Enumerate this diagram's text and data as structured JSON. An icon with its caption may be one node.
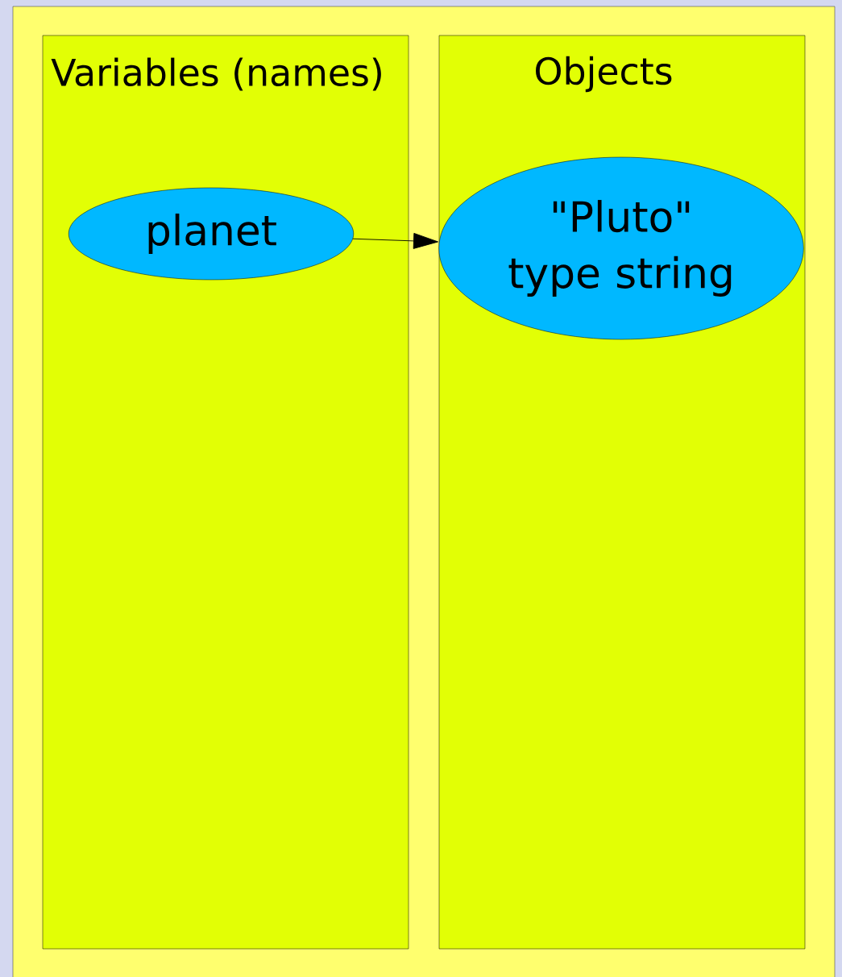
{
  "diagram": {
    "nodes": [
      {
        "text": [
          "Variables (names)"
        ]
      },
      {
        "text": [
          "Objects"
        ]
      },
      {
        "text": [
          "planet"
        ],
        "in": 0
      },
      {
        "text": [
          "\"Pluto\" type string"
        ],
        "in": 1
      }
    ],
    "edges": [
      {
        "from": 2,
        "to": 3,
        "arrow": "to"
      }
    ]
  }
}
